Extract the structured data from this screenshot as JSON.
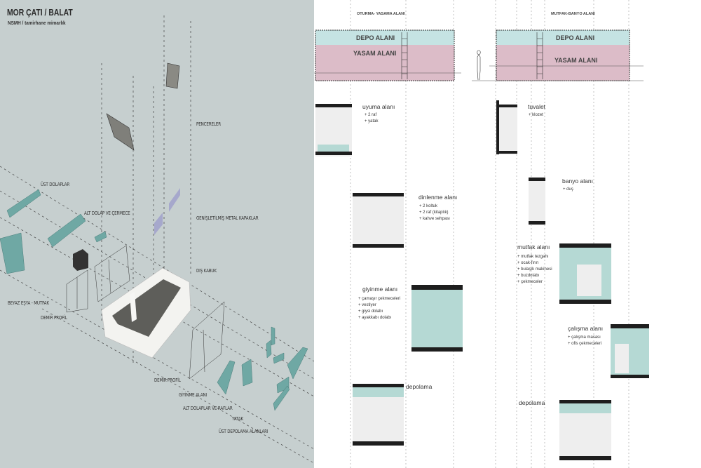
{
  "title": "MOR ÇATI / BALAT",
  "subtitle": "NSMH / tamirhane mimarlık",
  "axonometric_labels": {
    "windows": "PENCERELER",
    "metal_covers": "GENİŞLETİLMİŞ METAL KAPAKLAR",
    "upper_cabinets": "ÜST DOLAPLAR",
    "lower_cabinet": "ALT DOLAP VE ÇERMECE",
    "outer_shell": "DIŞ KABUK",
    "appliances": "BEYAZ EŞYA - MUTFAK",
    "iron_profile_1": "DEMİR PROFİL",
    "iron_profile_2": "DEMİR PROFİL",
    "dressing": "GİYİNME ALANI",
    "lower_shelves": "ALT DOLAPLAR VE RAFLAR",
    "bed": "YATAK",
    "upper_storage": "ÜST DEPOLAMA ALANLARI"
  },
  "elevations": [
    {
      "header": "OTURMA- YASAMA ALANI",
      "storage": "DEPO ALANI",
      "living": "YASAM ALANI"
    },
    {
      "header": "MUTFAK-BANYO ALANI",
      "storage": "DEPO ALANI",
      "living": "YASAM ALANI"
    }
  ],
  "colors": {
    "panel": "#c6cfcf",
    "storage": "#c5e3e3",
    "living": "#dcbcc8",
    "cabinet": "#6fa8a4",
    "wall": "#1e1e1e"
  },
  "sections": {
    "uyuma": {
      "title": "uyuma alanı",
      "items": [
        "+ 2 raf",
        "+ yatak"
      ]
    },
    "tuvalet": {
      "title": "tuvalet",
      "items": [
        "+ klozet"
      ]
    },
    "dinlenme": {
      "title": "dinlenme alanı",
      "items": [
        "+ 2 koltuk",
        "+ 2 raf (kitaplık)",
        "+ kahve sehpası"
      ]
    },
    "banyo": {
      "title": "banyo alanı",
      "items": [
        "+ duş"
      ]
    },
    "mutfak": {
      "title": "mutfak alanı",
      "items": [
        "+ mutfak tezgahı",
        "+ ocak-fırın",
        "+ bulaşık makinesi",
        "+ buzdolabı",
        "+ çekmeceler"
      ]
    },
    "giyinme": {
      "title": "giyinme alanı",
      "items": [
        "+ çamaşır çekmeceleri",
        "+ vestiyer",
        "+ giysi dolabı",
        "+ ayakkabı dolabı"
      ]
    },
    "calisma": {
      "title": "çalışma alanı",
      "items": [
        "+ çalışma masası",
        "+ ofis çekmeceleri"
      ]
    },
    "depolama1": {
      "title": "depolama"
    },
    "depolama2": {
      "title": "depolama"
    }
  }
}
